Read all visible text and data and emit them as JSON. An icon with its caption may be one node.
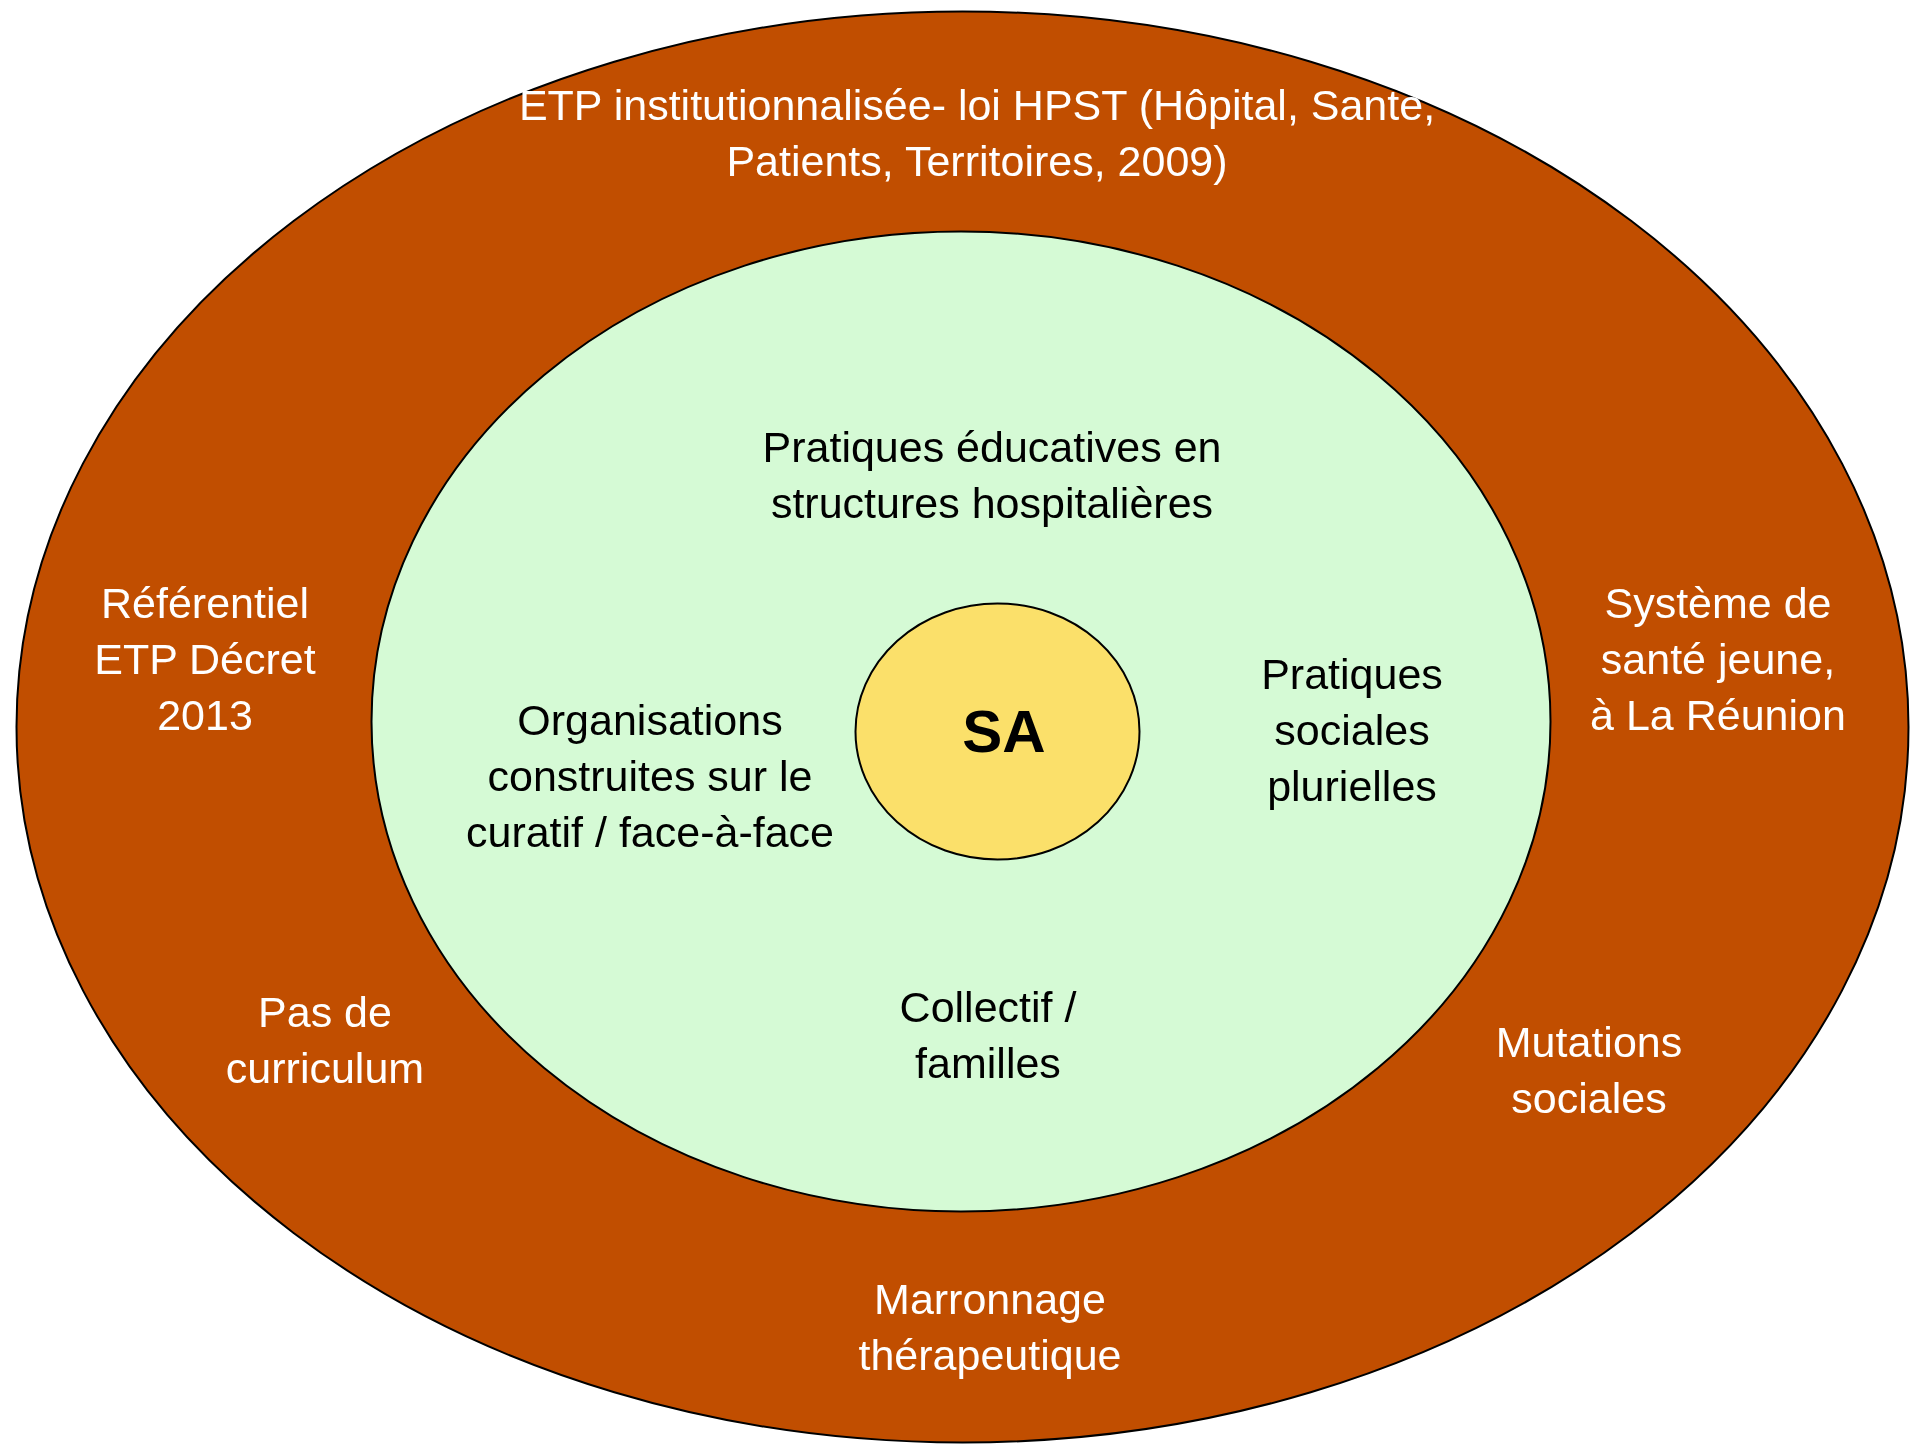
{
  "diagram": {
    "nodes": [
      {
        "text": [
          "ETP institutionnalisée- loi HPST (Hôpital, Santé, Patients, Territoires, 2009)",
          "Référentiel ETP Décret 2013",
          "Système de santé jeune, à La Réunion",
          "Pas de curriculum",
          "Mutations sociales",
          "Marronnage thérapeutique"
        ]
      },
      {
        "text": [
          "Pratiques éducatives en structures hospitalières",
          "Organisations construites sur le curatif / face-à-face",
          "Pratiques sociales plurielles",
          "Collectif / familles"
        ],
        "in": 0
      },
      {
        "text": [
          "SA"
        ],
        "in": 1
      }
    ]
  }
}
